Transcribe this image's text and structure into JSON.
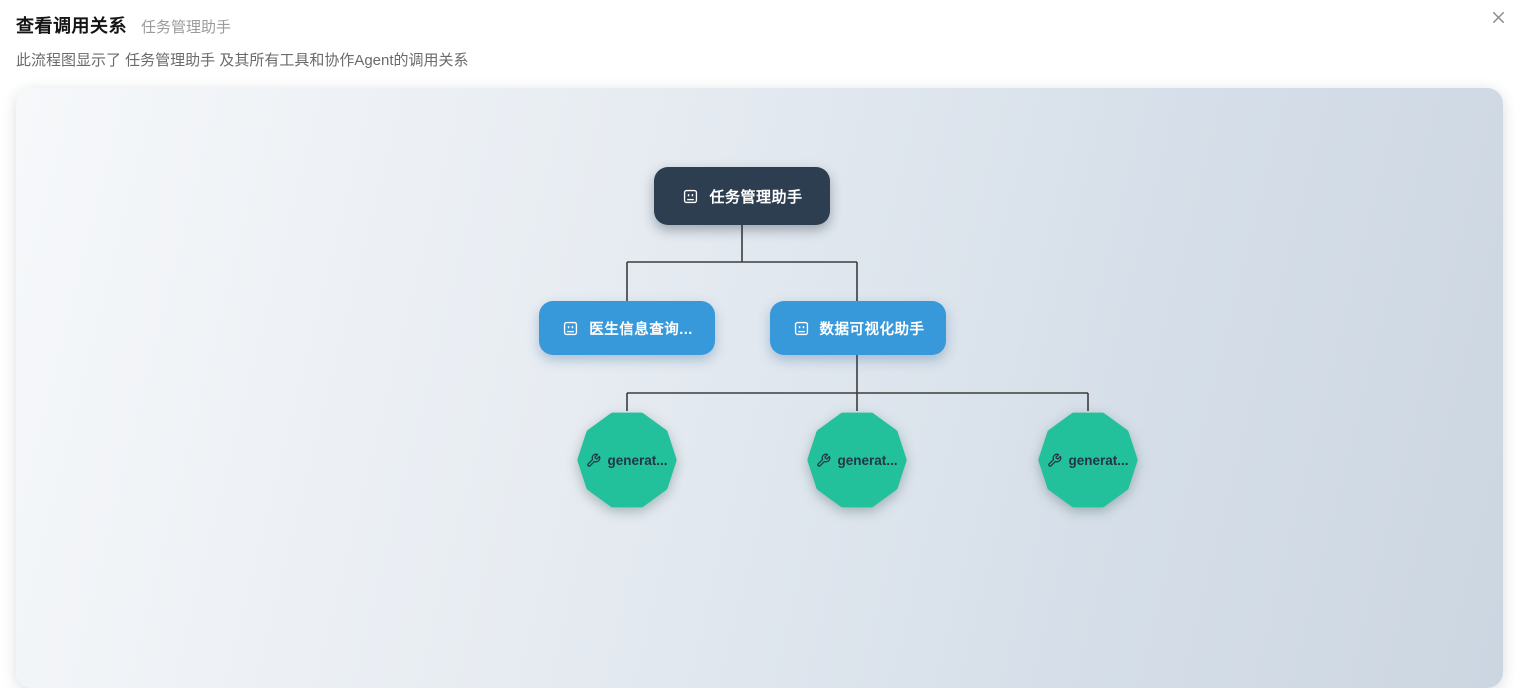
{
  "dialog": {
    "title": "查看调用关系",
    "subtitle": "任务管理助手",
    "description": "此流程图显示了 任务管理助手 及其所有工具和协作Agent的调用关系",
    "close_icon": "x-icon"
  },
  "flowchart": {
    "root": {
      "label": "任务管理助手",
      "type": "agent",
      "icon": "bot-icon",
      "color": "#2d3e50"
    },
    "agents": [
      {
        "label": "医生信息查询...",
        "type": "agent",
        "icon": "bot-icon",
        "color": "#3798da"
      },
      {
        "label": "数据可视化助手",
        "type": "agent",
        "icon": "bot-icon",
        "color": "#3798da"
      }
    ],
    "tools": [
      {
        "label": "generat...",
        "type": "tool",
        "icon": "wrench-icon",
        "color": "#23c09c"
      },
      {
        "label": "generat...",
        "type": "tool",
        "icon": "wrench-icon",
        "color": "#23c09c"
      },
      {
        "label": "generat...",
        "type": "tool",
        "icon": "wrench-icon",
        "color": "#23c09c"
      }
    ],
    "edges": [
      {
        "from": "任务管理助手",
        "to": "医生信息查询..."
      },
      {
        "from": "任务管理助手",
        "to": "数据可视化助手"
      },
      {
        "from": "数据可视化助手",
        "to": "generat... (1)"
      },
      {
        "from": "数据可视化助手",
        "to": "generat... (2)"
      },
      {
        "from": "数据可视化助手",
        "to": "generat... (3)"
      }
    ],
    "edge_color": "#3d3d3d",
    "canvas_background": [
      "#f6f8fa",
      "#ccd6e1"
    ]
  }
}
